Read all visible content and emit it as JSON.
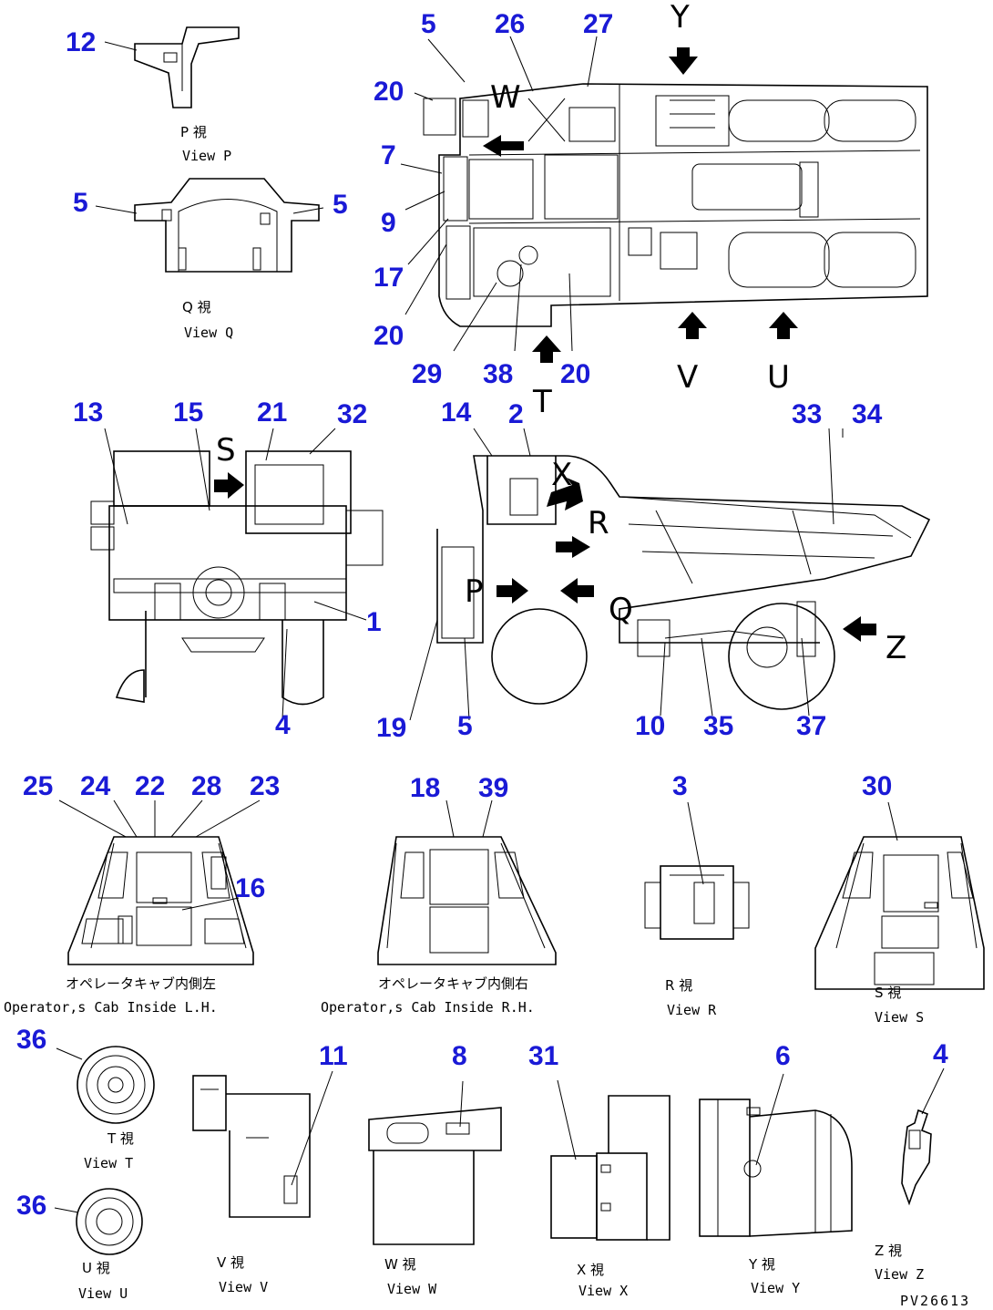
{
  "callouts": {
    "c12": "12",
    "c5a": "5",
    "c5b": "5",
    "c5c": "5",
    "c26": "26",
    "c27": "27",
    "c20a": "20",
    "c7": "7",
    "c9": "9",
    "c17": "17",
    "c20b": "20",
    "c29": "29",
    "c38": "38",
    "c20c": "20",
    "c13": "13",
    "c15": "15",
    "c21": "21",
    "c32": "32",
    "c1": "1",
    "c4a": "4",
    "c14": "14",
    "c2": "2",
    "c33": "33",
    "c34": "34",
    "c19": "19",
    "c5d": "5",
    "c10": "10",
    "c35": "35",
    "c37": "37",
    "c25": "25",
    "c24": "24",
    "c22": "22",
    "c28": "28",
    "c23": "23",
    "c16": "16",
    "c18": "18",
    "c39": "39",
    "c3": "3",
    "c30": "30",
    "c36a": "36",
    "c36b": "36",
    "c11": "11",
    "c8": "8",
    "c31": "31",
    "c6": "6",
    "c4b": "4"
  },
  "view_letters": {
    "y": "Y",
    "w": "W",
    "v": "V",
    "u": "U",
    "t": "T",
    "s": "S",
    "x": "X",
    "r": "R",
    "p": "P",
    "q": "Q",
    "z": "Z"
  },
  "captions": {
    "view_p_jp": "P 視",
    "view_p": "View P",
    "view_q_jp": "Q 視",
    "view_q": "View Q",
    "cab_lh_jp": "オペレータキャブ内側左",
    "cab_lh": "Operator,s Cab Inside L.H.",
    "cab_rh_jp": "オペレータキャブ内側右",
    "cab_rh": "Operator,s Cab Inside R.H.",
    "view_r_jp": "R 視",
    "view_r": "View R",
    "view_s_jp": "S 視",
    "view_s": "View S",
    "view_t_jp": "T 視",
    "view_t": "View T",
    "view_u_jp": "U 視",
    "view_u": "View U",
    "view_v_jp": "V 視",
    "view_v": "View V",
    "view_w_jp": "W 視",
    "view_w": "View W",
    "view_x_jp": "X 視",
    "view_x": "View X",
    "view_y_jp": "Y 視",
    "view_y": "View Y",
    "view_z_jp": "Z 視",
    "view_z": "View Z"
  },
  "doc_id": "PV26613",
  "colors": {
    "callout": "#1a1ad6",
    "line": "#000000",
    "background": "#ffffff"
  }
}
